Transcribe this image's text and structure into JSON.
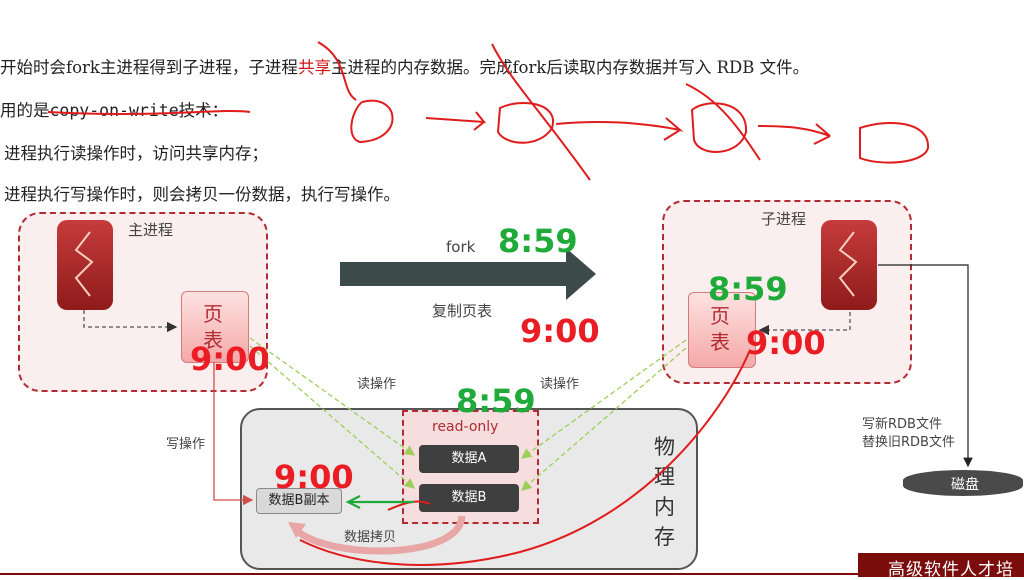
{
  "text_lines": {
    "l1_a": "开始时会fork主进程得到子进程，子进程",
    "l1_b": "共享",
    "l1_c": "主进程的内存数据。完成fork后读取内存数据并写入 RDB 文件。",
    "l2_a": "用的是",
    "l2_b": "copy-on-write",
    "l2_c": "技术：",
    "l3": "进程执行读操作时，访问共享内存；",
    "l4": "进程执行写操作时，则会拷贝一份数据，执行写操作。"
  },
  "main_process": {
    "label": "主进程",
    "page_table": "页\n表"
  },
  "child_process": {
    "label": "子进程",
    "page_table": "页\n表"
  },
  "fork_arrow": {
    "label": "fork",
    "sub_label": "复制页表"
  },
  "memory": {
    "title": "物\n理\n内\n存",
    "read_only": "read-only",
    "data_a": "数据A",
    "data_b": "数据B",
    "data_b_copy": "数据B副本",
    "copy_label": "数据拷贝"
  },
  "edges": {
    "read_left": "读操作",
    "read_right": "读操作",
    "write": "写操作",
    "rdb": "写新RDB文件\n替换旧RDB文件"
  },
  "disk": {
    "label": "磁盘"
  },
  "annotations": {
    "t_fork_green": "8:59",
    "t_fork_red": "9:00",
    "t_child_green": "8:59",
    "t_child_red": "9:00",
    "t_main_red": "9:00",
    "t_readonly_green": "8:59",
    "t_copy_red": "9:00"
  },
  "footer": {
    "text": "高级软件人才培"
  },
  "colors": {
    "accent_red": "#b22b33",
    "annotation_green": "#1faa3a",
    "annotation_red": "#ea1c24"
  }
}
